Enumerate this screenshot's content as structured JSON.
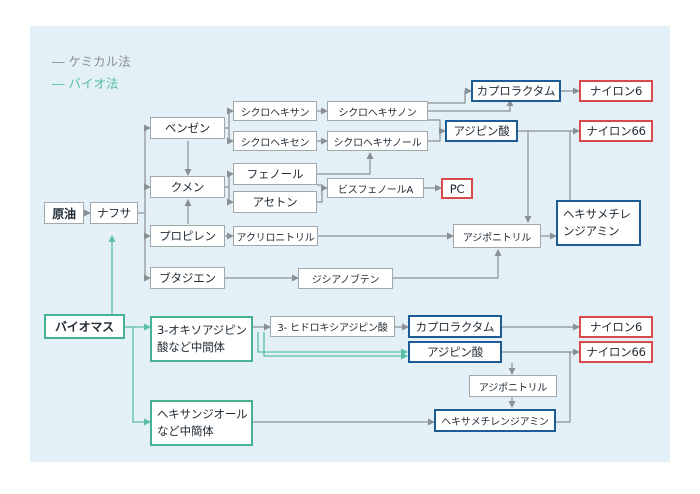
{
  "legend": {
    "chemical": "― ケミカル法",
    "bio": "― バイオ法"
  },
  "colors": {
    "panel": "#e4f0f8",
    "chemical_line": "#8a8f93",
    "bio_line": "#59bfa3",
    "blue_border": "#1e5c96",
    "red_border": "#d94a4a",
    "green_border": "#45b291"
  },
  "nodes": {
    "crude": "原油",
    "naphtha": "ナフサ",
    "benzene": "ベンゼン",
    "cumene": "クメン",
    "propylene": "プロピレン",
    "butadiene": "ブタジエン",
    "cyclohexane": "シクロヘキサン",
    "cyclohexene": "シクロヘキセン",
    "phenol": "フェノール",
    "acetone": "アセトン",
    "acrylonitrile": "アクリロニトリル",
    "cyclohexanone": "シクロヘキサノン",
    "cyclohexanol": "シクロヘキサノール",
    "bisphenol_a": "ビスフェノールA",
    "pc": "PC",
    "dicyanobutene": "ジシアノブテン",
    "caprolactam": "カプロラクタム",
    "adipic_acid": "アジピン酸",
    "adiponitrile": "アジポニトリル",
    "hmda": "ヘキサメチレンジアミン",
    "nylon6": "ナイロン6",
    "nylon66": "ナイロン66",
    "biomass": "バイオマス",
    "oxoadipic": "3-オキソアジピン酸など中間体",
    "hydroxyadipic": "3- ヒドロキシアジピン酸",
    "bio_caprolactam": "カプロラクタム",
    "bio_adipic": "アジピン酸",
    "bio_adiponitrile": "アジポニトリル",
    "bio_hmda": "ヘキサメチレンジアミン",
    "bio_nylon6": "ナイロン6",
    "bio_nylon66": "ナイロン66",
    "hexanediol": "ヘキサンジオールなど中簡体"
  }
}
